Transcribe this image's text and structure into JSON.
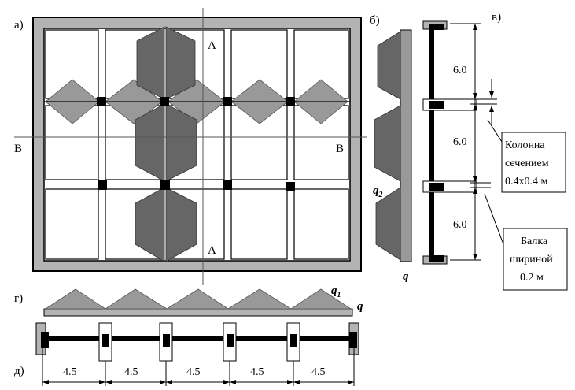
{
  "labels": {
    "a": "а)",
    "b": "б)",
    "v": "в)",
    "g": "г)",
    "d": "д)",
    "section_A_top": "А",
    "section_A_bottom": "А",
    "section_B_left": "В",
    "section_B_right": "В",
    "q": "q",
    "q1_base": "q",
    "q1_sub": "1",
    "q2_base": "q",
    "q2_sub": "2",
    "q_side": "q"
  },
  "dimensions": {
    "vertical": [
      "6.0",
      "6.0",
      "6.0"
    ],
    "horizontal": [
      "4.5",
      "4.5",
      "4.5",
      "4.5",
      "4.5"
    ]
  },
  "notes": {
    "column": [
      "Колонна",
      "сечением",
      "0.4x0.4 м"
    ],
    "beam": [
      "Балка",
      "шириной",
      "0.2 м"
    ]
  },
  "colors": {
    "frame_gray": "#b3b3b3",
    "dark_load": "#666666",
    "light_load": "#999999",
    "black": "#000000"
  }
}
